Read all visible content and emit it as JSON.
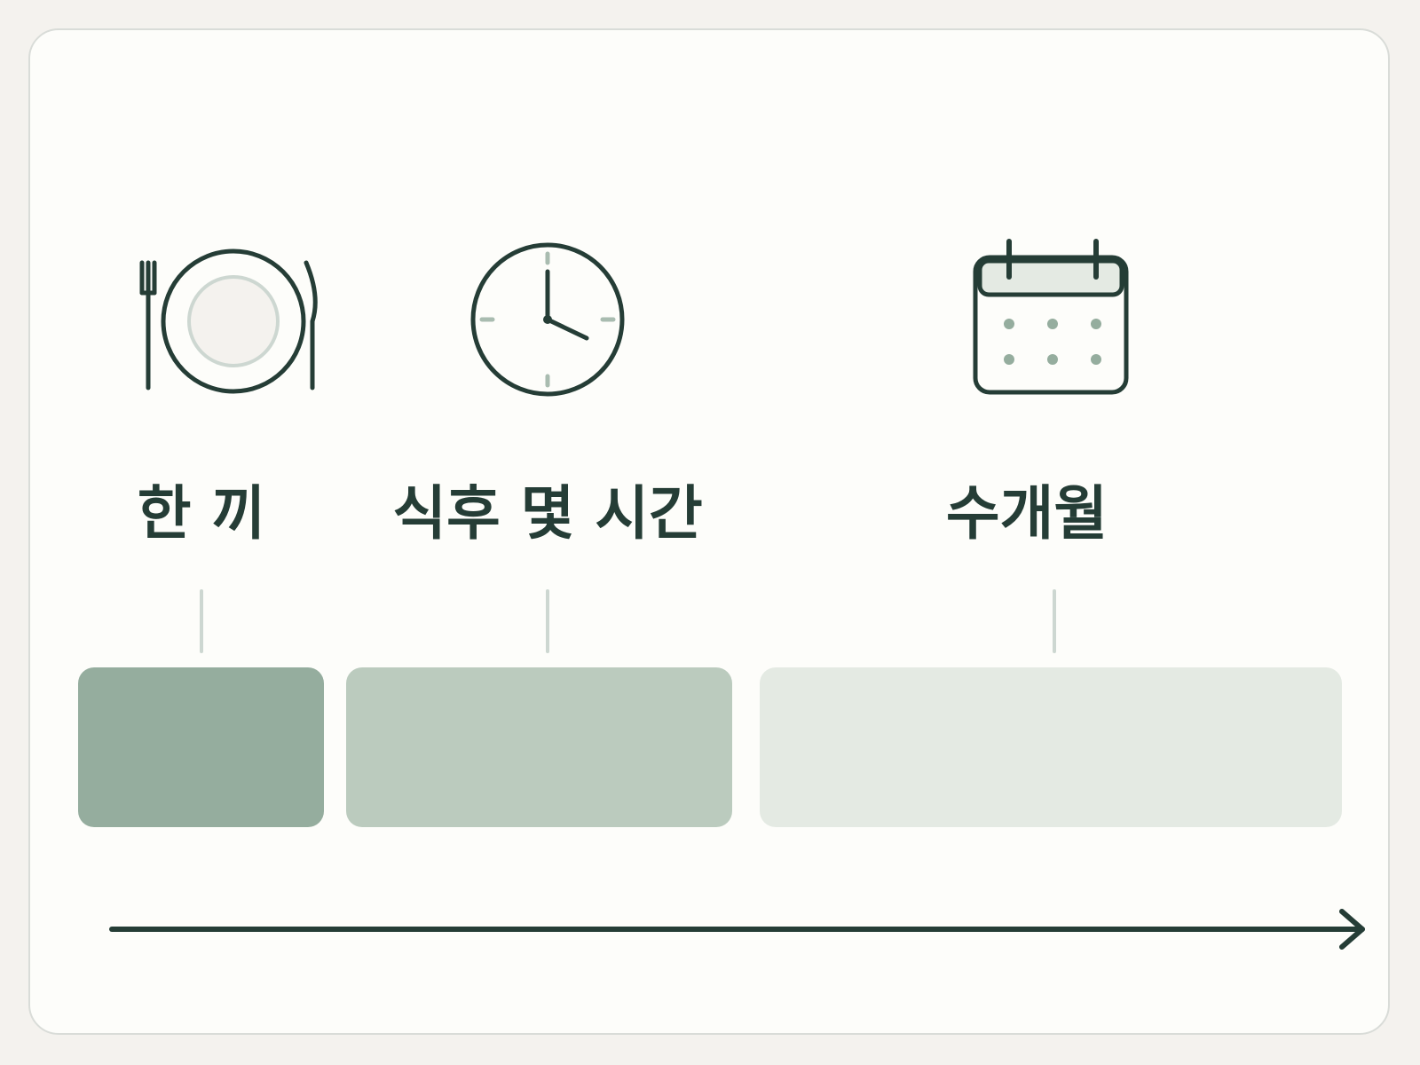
{
  "stages": [
    {
      "id": "meal",
      "label": "한 끼",
      "icon": "plate-with-fork-and-knife-icon",
      "color": "#95ad9e"
    },
    {
      "id": "hours",
      "label": "식후 몇 시간",
      "icon": "clock-icon",
      "color": "#bbcbbe"
    },
    {
      "id": "months",
      "label": "수개월",
      "icon": "calendar-icon",
      "color": "#e4eae3"
    }
  ],
  "colors": {
    "ink": "#253d36",
    "accent_dot": "#95ad9e",
    "connector": "#cdd7d1",
    "card_background": "#fdfdfa",
    "page_background": "#f4f2ee"
  }
}
